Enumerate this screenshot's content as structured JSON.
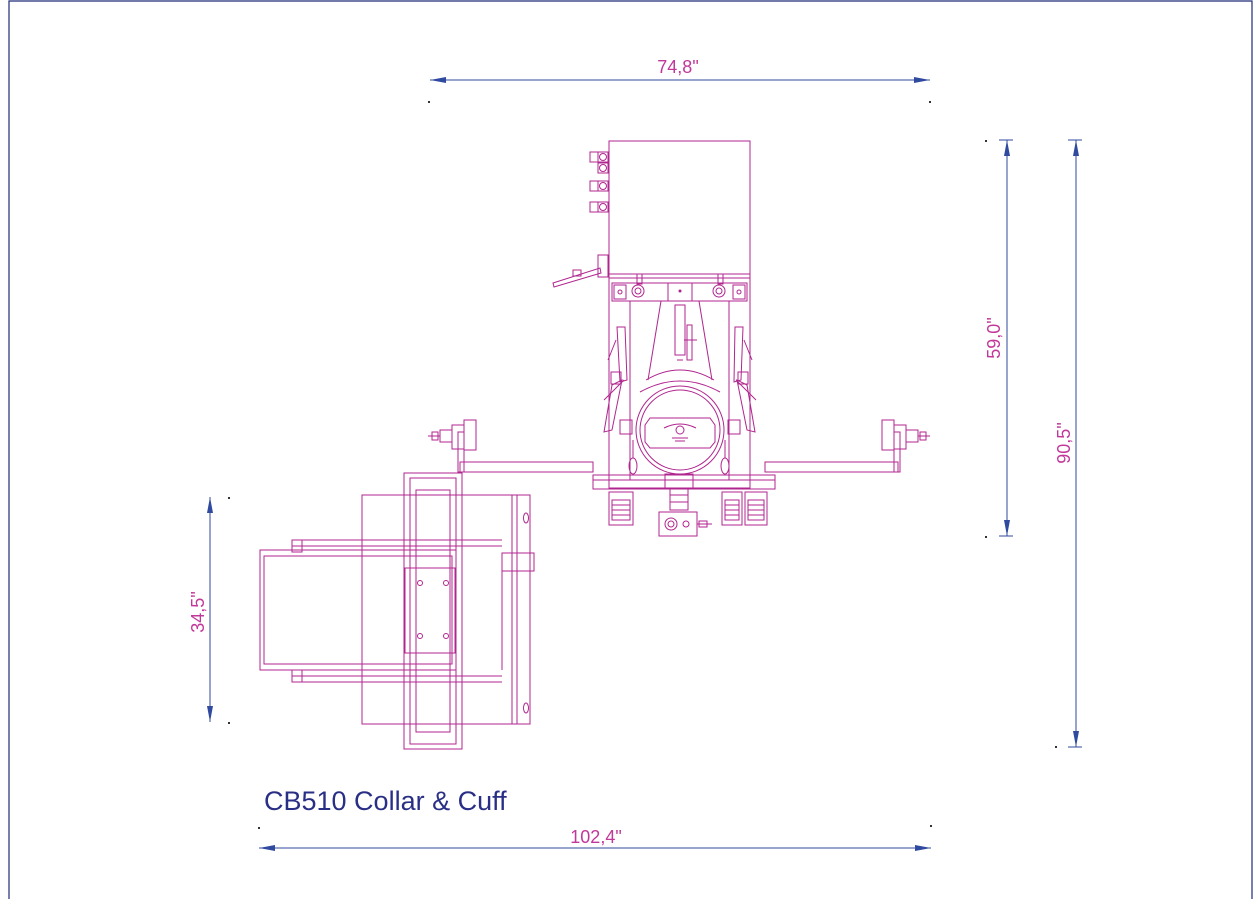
{
  "title": "CB510 Collar & Cuff",
  "dimensions": {
    "top_width": "74,8\"",
    "bottom_width": "102,4\"",
    "right_inner_height": "59,0\"",
    "right_outer_height": "90,5\"",
    "left_height": "34,5\""
  },
  "colors": {
    "frame": "#1f2a7a",
    "dimension_line": "#2f4a9e",
    "dimension_text": "#c2379a",
    "machine_outline": "#b0268f",
    "title": "#2a2f86"
  }
}
